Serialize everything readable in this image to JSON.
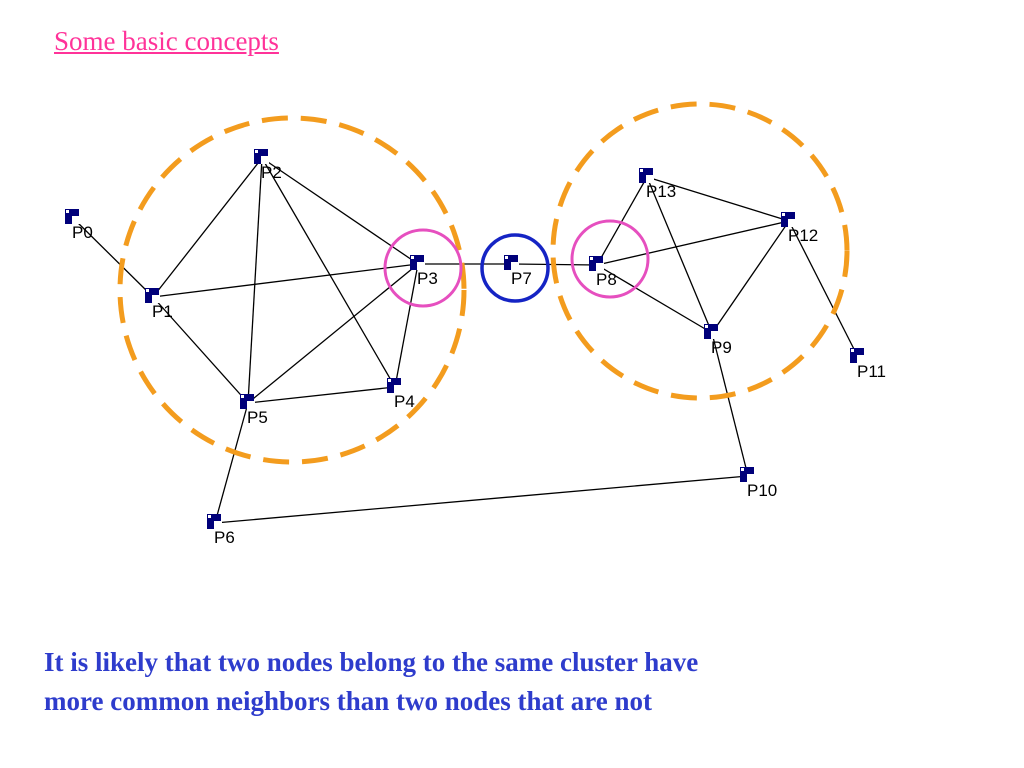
{
  "title": "Some basic concepts",
  "caption": [
    "It is likely that two nodes belong to the same cluster have",
    "more common neighbors than two nodes that are not"
  ],
  "colors": {
    "title": "#ff3399",
    "caption": "#2e3ccc",
    "cluster_circle": "#f39c1e",
    "boundary_circle": "#e64fbf",
    "bridge_circle": "#1524c4",
    "node": "#00007a",
    "edge": "#000000"
  },
  "nodes": [
    {
      "id": "P0",
      "label": "P0"
    },
    {
      "id": "P1",
      "label": "P1"
    },
    {
      "id": "P2",
      "label": "P2"
    },
    {
      "id": "P3",
      "label": "P3"
    },
    {
      "id": "P4",
      "label": "P4"
    },
    {
      "id": "P5",
      "label": "P5"
    },
    {
      "id": "P6",
      "label": "P6"
    },
    {
      "id": "P7",
      "label": "P7"
    },
    {
      "id": "P8",
      "label": "P8"
    },
    {
      "id": "P9",
      "label": "P9"
    },
    {
      "id": "P10",
      "label": "P10"
    },
    {
      "id": "P11",
      "label": "P11"
    },
    {
      "id": "P12",
      "label": "P12"
    },
    {
      "id": "P13",
      "label": "P13"
    }
  ],
  "edges": [
    [
      "P0",
      "P1"
    ],
    [
      "P1",
      "P2"
    ],
    [
      "P1",
      "P3"
    ],
    [
      "P1",
      "P5"
    ],
    [
      "P2",
      "P3"
    ],
    [
      "P2",
      "P4"
    ],
    [
      "P2",
      "P5"
    ],
    [
      "P3",
      "P4"
    ],
    [
      "P3",
      "P5"
    ],
    [
      "P3",
      "P7"
    ],
    [
      "P4",
      "P5"
    ],
    [
      "P5",
      "P6"
    ],
    [
      "P6",
      "P10"
    ],
    [
      "P7",
      "P8"
    ],
    [
      "P8",
      "P13"
    ],
    [
      "P8",
      "P12"
    ],
    [
      "P8",
      "P9"
    ],
    [
      "P13",
      "P12"
    ],
    [
      "P13",
      "P9"
    ],
    [
      "P12",
      "P9"
    ],
    [
      "P12",
      "P11"
    ],
    [
      "P9",
      "P10"
    ]
  ],
  "highlights": [
    {
      "kind": "cluster",
      "members": [
        "P1",
        "P2",
        "P3",
        "P4",
        "P5"
      ]
    },
    {
      "kind": "cluster",
      "members": [
        "P8",
        "P9",
        "P12",
        "P13"
      ]
    },
    {
      "kind": "boundary",
      "node": "P3"
    },
    {
      "kind": "boundary",
      "node": "P8"
    },
    {
      "kind": "bridge",
      "node": "P7"
    }
  ]
}
